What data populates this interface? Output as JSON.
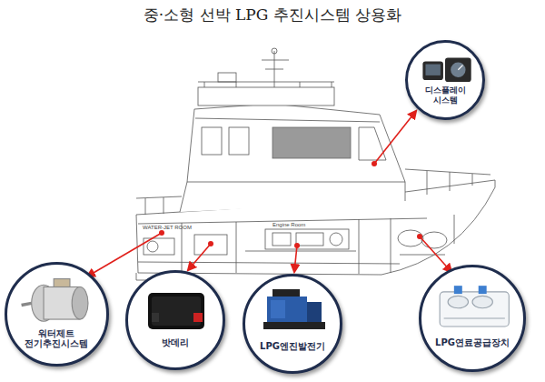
{
  "diagram": {
    "title": "중·소형 선박 LPG 추진시스템 상용화",
    "nodes": [
      {
        "text": [
          "디스플레이 시스템"
        ]
      },
      {
        "text": [
          "워터제트 전기추진시스템"
        ]
      },
      {
        "text": [
          "밧데리"
        ]
      },
      {
        "text": [
          "LPG엔진발전기"
        ]
      },
      {
        "text": [
          "LPG연료공급장치"
        ]
      }
    ],
    "labels": [
      "WATER-JET ROOM",
      "Engine Room"
    ]
  }
}
